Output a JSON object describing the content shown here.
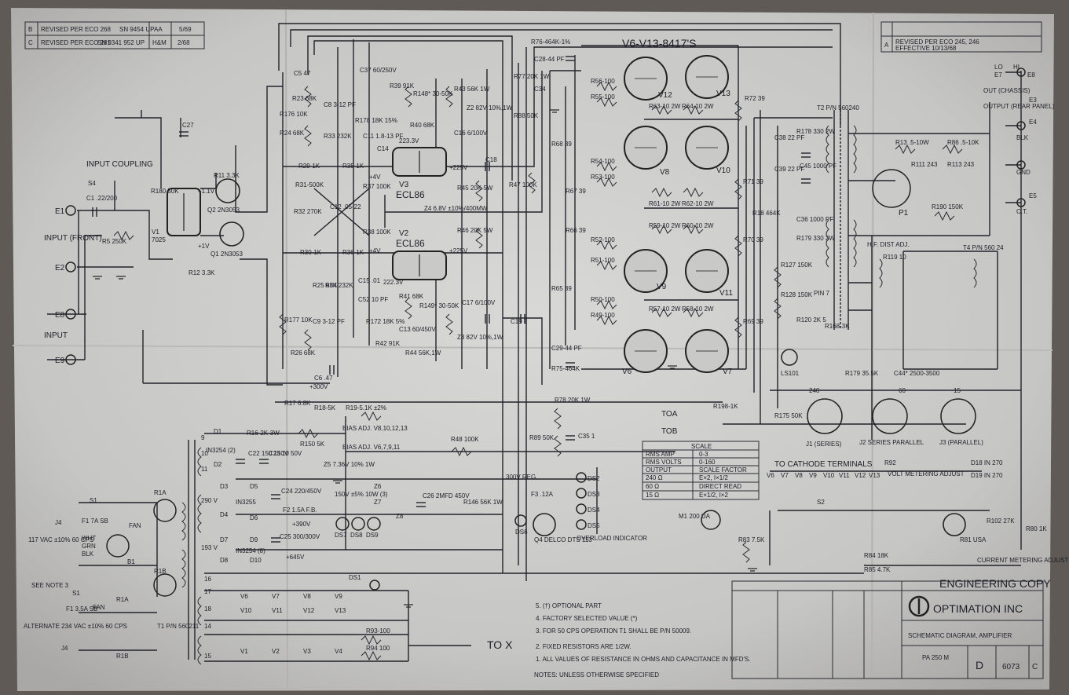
{
  "revision_table": {
    "rows": [
      {
        "rev": "B",
        "desc": "REVISED PER ECO 268",
        "sn": "SN 9454 UP",
        "by": "AA",
        "date": "5/69"
      },
      {
        "rev": "C",
        "desc": "REVISED PER ECO 281",
        "sn": "SN 9341 952 UP",
        "by": "H&M",
        "date": "2/68"
      }
    ]
  },
  "revision_table_right": {
    "rev": "A",
    "line1": "REVISED PER ECO 245, 246",
    "line2": "EFFECTIVE 10/13/68"
  },
  "title_block": {
    "stamp": "ENGINEERING COPY",
    "company": "OPTIMATION INC",
    "title": "SCHEMATIC DIAGRAM, AMPLIFIER",
    "model": "PA 250 M",
    "size": "D",
    "drawing_no": "6073",
    "rev": "C"
  },
  "tube_header": "V6-V13-8417'S",
  "tubes": {
    "V2": "V2",
    "V2_type": "ECL86",
    "V3": "V3",
    "V3_type": "ECL86",
    "V1": "V1",
    "V1_type": "7025",
    "V6": "V6",
    "V7": "V7",
    "V8": "V8",
    "V9": "V9",
    "V10": "V10",
    "V11": "V11",
    "V12": "V12",
    "V13": "V13"
  },
  "transistors": {
    "Q1": "Q1 2N3053",
    "Q2": "Q2 2N3053",
    "Q4": "Q4 DELCO DTS 113"
  },
  "input": {
    "coupling_title": "INPUT COUPLING",
    "coupling_switch": "S4",
    "front_label": "INPUT (FRONT)",
    "rear_label": "INPUT",
    "e1": "E1",
    "e2": "E2",
    "e8": "E8",
    "e9": "E9",
    "c1": "C1 .22/200",
    "r5": "R5 250K",
    "r180": "R180 50K",
    "c27": "C27"
  },
  "components": {
    "r11": "R11 3.3K",
    "r12": "R12 3.3K",
    "r23": "R23 68K",
    "r24": "R24 68K",
    "r26": "R26 68K",
    "r25": "R25 68K",
    "c5": "C5 47",
    "c8": "C8 3-12 PF",
    "r176": "R176 10K",
    "r178": "R178 18K 15%",
    "r33": "R33 232K",
    "r34": "R34 232K",
    "c37": "C37 60/250V",
    "c11": "C11 1.8-13 PF",
    "c14": "C14",
    "r39": "R39 91K",
    "r148": "R148* 30-50K",
    "r40": "R40 68K",
    "r43": "R43 56K 1W",
    "r44": "R44 56K,1W",
    "r41": "R41 68K",
    "r149": "R149* 30-50K",
    "r42": "R42 91K",
    "z2": "Z2 82V 10%,1W",
    "z3": "Z3 82V 10%,1W",
    "c16": "C16 6/100V",
    "c17": "C17 6/100V",
    "c18": "C18",
    "c19": "C19 2",
    "r29": "R29-1K",
    "r35": "R35-1K",
    "r30": "R30-1K",
    "r36": "R36-1K",
    "r31": "R31-500K",
    "r32": "R32 270K",
    "c12": "C12 .05-22",
    "r37": "R37 100K",
    "r38": "R38 100K",
    "z4": "Z4 6.8V ±10%/400MW",
    "r45": "R45 20K 5W",
    "r46": "R46 20K 5W",
    "r47": "R47 100K",
    "c52": "C52 10 PF",
    "c15": "C15 .01",
    "r172": "R172 18K 5%",
    "c13": "C13 60/450V",
    "c9": "C9 3-12 PF",
    "r177": "R177 10K",
    "c6": "C6 .47",
    "b225a": "+225V",
    "b225b": "+225V",
    "b223": "223.3V",
    "b222": "222.3V",
    "v4a": "+4V",
    "v4b": "+4V",
    "v1a": "+1.1V",
    "v1b": "+1V",
    "r76": "R76-464K-1%",
    "c28": "C28-44 PF",
    "r77": "R77 20K 1W",
    "r88": "R88 50K",
    "c34": "C34",
    "r75": "R75-464K",
    "c29": "C29-44 PF",
    "r78": "R78 20K 1W",
    "r89": "R89 50K",
    "c35": "C35 1",
    "r68": "R68 39",
    "r67": "R67 39",
    "r66": "R66 39",
    "r65": "R65 39",
    "r56": "R56-100",
    "r55": "R55-100",
    "r54": "R54-100",
    "r53": "R53-100",
    "r52": "R52-100",
    "r51": "R51-100",
    "r50": "R50-100",
    "r49": "R49-100",
    "r63": "R63-10 2W",
    "r64": "R64-10 2W",
    "r61": "R61-10 2W",
    "r62": "R62-10 2W",
    "r59": "R59-10 2W",
    "r60": "R60-10 2W",
    "r57": "R57-10 2W",
    "r58": "R58-10 2W",
    "r72": "R72 39",
    "r71": "R71 39",
    "r70": "R70 39",
    "r69": "R69 39",
    "r18": "R18 464K",
    "c38": "C38 22 PF",
    "c39": "C39 22 PF",
    "r178b": "R178 330 2W",
    "c45": "C45 1000 PF",
    "c36": "C36 1000 PF",
    "r179": "R179 330 2W",
    "r127": "R127 150K",
    "r128": "R128 150K",
    "r120": "R120 2K 5",
    "t2": "T2 P/N 560240",
    "r13": "R13 .5-10W",
    "r86": "R86 .5-10K",
    "r111": "R111 243",
    "r113": "R113 243",
    "r190": "R190 150K",
    "p1": "P1",
    "hfdist": "H.F. DIST ADJ.",
    "r119": "R119 10",
    "t4": "T4 P/N 560 24",
    "r168": "R168-3K",
    "r198": "R198-1K",
    "r175": "R175 50K",
    "ls101": "LS101",
    "pin7": "PIN 7",
    "c44": "C44* 2500-3500",
    "r179b": "R179 35.5K",
    "j1": "J1 (SERIES)",
    "j2": "J2 SERIES PARALLEL",
    "j3": "J3 (PARALLEL)",
    "tap240a": "240",
    "tap240b": "60",
    "tap240c": "15",
    "toa": "TOA",
    "tob": "TOB"
  },
  "output_terminals": {
    "lo": "LO",
    "hi": "HI",
    "e7": "E7",
    "e8": "E8",
    "out": "OUT (CHASSIS)",
    "output": "OUTPUT (REAR PANEL)",
    "e3": "E3",
    "e4": "E4",
    "blk": "BLK",
    "gnd": "GND",
    "e5": "E5",
    "ct": "C.T."
  },
  "bias": {
    "r17": "R17 6.8K",
    "r18": "R18-5K",
    "r19": "R19-5.1K ±2%",
    "adj1": "BIAS ADJ. V8,10,12,13",
    "r150": "R150 5K",
    "adj2": "BIAS ADJ. V6,7,9,11",
    "b300": "+300V",
    "r48": "R48 100K"
  },
  "power": {
    "d1": "D1",
    "d2": "D2",
    "r16": "R16-2K-3W",
    "in3254": "IN3254 (2)",
    "c22": "C22 150 150V",
    "c23": "C23 10 50V",
    "z5": "Z5 7.36V 10% 1W",
    "c24": "C24 220/450V",
    "d3": "D3",
    "d4": "D4",
    "d5": "D5",
    "d6": "D6",
    "in3255": "IN3255",
    "f2": "F2 1.5A F.B.",
    "c25": "C25 300/300V",
    "d7": "D7",
    "d8": "D8",
    "d9": "D9",
    "d10": "D10",
    "in3254b": "IN3254 (8)",
    "b390": "+390V",
    "b645": "+645V",
    "z6": "Z6",
    "z7": "Z7",
    "z8": "Z8",
    "c26": "C26 2MFD 450V",
    "c150": "150V ±5% 10W (3)",
    "ds7": "DS7",
    "ds8": "DS8",
    "ds9": "DS9",
    "ds6": "DS6",
    "reg": "300V REG.",
    "f3": "F3 .12A",
    "r146": "R146 56K 1W",
    "ds2": "DS2",
    "ds3": "DS3",
    "ds4": "DS4",
    "ds5": "DS5",
    "overload": "OVERLOAD INDICATOR",
    "t290": "290 V",
    "t193": "193 V",
    "t9": "9",
    "t10": "10",
    "t11": "11"
  },
  "mains": {
    "j4": "J4",
    "v117": "117 VAC ±10% 60 CPS",
    "note3": "SEE NOTE 3",
    "alt": "ALTERNATE 234 VAC ±10% 60 CPS",
    "j4b": "J4",
    "s1": "S1",
    "f1": "F1 7A SB",
    "wht": "WHT",
    "grn": "GRN",
    "blk": "BLK",
    "fan": "FAN",
    "b1": "B1",
    "r1a": "R1A",
    "r1b": "R1B",
    "t1": "T1 P/N 560211",
    "s1b": "S1",
    "f1b": "F1 3.5A SB",
    "fanb": "FAN",
    "r1ab": "R1A",
    "r1bb": "R1B"
  },
  "heaters": {
    "ds1": "DS1",
    "t16": "16",
    "t17": "17",
    "t18": "18",
    "t14": "14",
    "t15": "15",
    "row1": [
      "V6",
      "V7",
      "V8",
      "V9"
    ],
    "row2": [
      "V10",
      "V11",
      "V12",
      "V13"
    ],
    "row3": [
      "V1",
      "V2",
      "V3",
      "V4"
    ],
    "r93": "R93-100",
    "r94": "R94 100",
    "tox": "TO X"
  },
  "metering": {
    "header": "TO CATHODE TERMINALS",
    "tubes": [
      "V6",
      "V7",
      "V8",
      "V9",
      "V10",
      "V11",
      "V12",
      "V13"
    ],
    "r92": "R92",
    "volt": "VOLT METERING ADJUST",
    "s2": "S2",
    "m1": "M1 200 UA",
    "r83": "R83 7.5K",
    "r84": "R84 18K",
    "r85": "R85 4.7K",
    "r81": "R81 USA",
    "r80": "R80 1K",
    "r102": "R102 27K",
    "current": "CURRENT METERING ADJUST",
    "d18": "D18 IN 270",
    "d19": "D19 IN 270"
  },
  "scale_table": {
    "title": "SCALE",
    "rows": [
      [
        "RMS AMP",
        "0-3"
      ],
      [
        "RMS VOLTS",
        "0-160"
      ],
      [
        "OUTPUT",
        "SCALE FACTOR"
      ],
      [
        "240 Ω",
        "E×2, I×1/2"
      ],
      [
        "60 Ω",
        "DIRECT READ"
      ],
      [
        "15 Ω",
        "E×1/2, I×2"
      ]
    ]
  },
  "notes": {
    "footer": "NOTES: UNLESS OTHERWISE SPECIFIED",
    "items": [
      "5. (†) OPTIONAL PART",
      "4. FACTORY SELECTED VALUE (*)",
      "3. FOR 50 CPS OPERATION T1 SHALL BE P/N 50009.",
      "2. FIXED RESISTORS ARE 1/2W.",
      "1. ALL VALUES OF RESISTANCE IN OHMS AND CAPACITANCE IN MFD'S."
    ]
  }
}
